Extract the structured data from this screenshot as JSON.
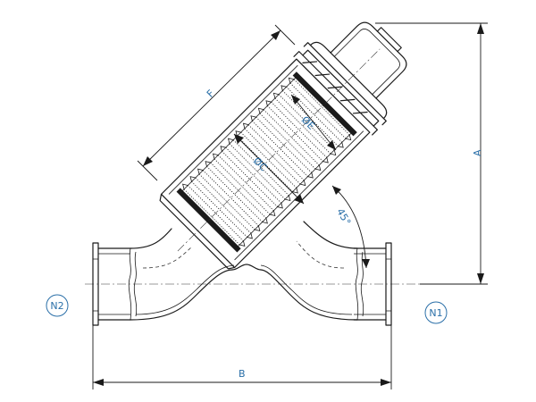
{
  "drawing": {
    "dimensions": {
      "a": "A",
      "b": "B",
      "f": "F",
      "c": "ØC",
      "e": "ØE",
      "angle": "45°"
    },
    "nozzles": {
      "n1": "N1",
      "n2": "N2"
    },
    "colors": {
      "line": "#1a1a1a",
      "label": "#2a6fa8"
    }
  }
}
